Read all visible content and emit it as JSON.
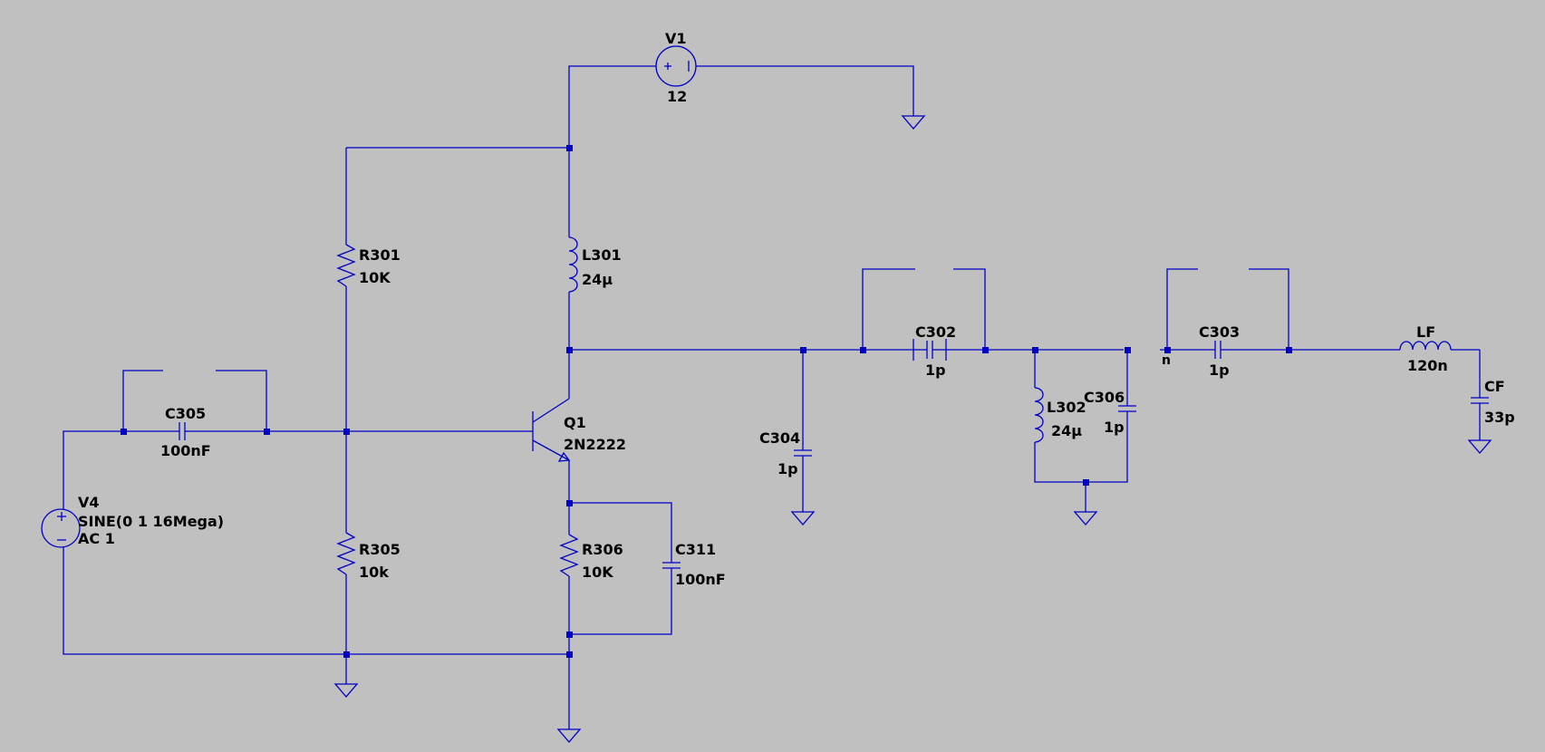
{
  "colors": {
    "background": "#c0c0c0",
    "wire": "#0000c8",
    "text": "#000000"
  },
  "components": {
    "V1": {
      "ref": "V1",
      "value": "12"
    },
    "V4": {
      "ref": "V4",
      "value": "SINE(0 1 16Mega)",
      "value2": "AC 1"
    },
    "R301": {
      "ref": "R301",
      "value": "10K"
    },
    "R305": {
      "ref": "R305",
      "value": "10k"
    },
    "R306": {
      "ref": "R306",
      "value": "10K"
    },
    "L301": {
      "ref": "L301",
      "value": "24µ"
    },
    "L302": {
      "ref": "L302",
      "value": "24µ"
    },
    "LF": {
      "ref": "LF",
      "value": "120n"
    },
    "C302": {
      "ref": "C302",
      "value": "1p"
    },
    "C303": {
      "ref": "C303",
      "value": "1p"
    },
    "C304": {
      "ref": "C304",
      "value": "1p"
    },
    "C305": {
      "ref": "C305",
      "value": "100nF"
    },
    "C306": {
      "ref": "C306",
      "value": "1p"
    },
    "C311": {
      "ref": "C311",
      "value": "100nF"
    },
    "CF": {
      "ref": "CF",
      "value": "33p"
    },
    "Q1": {
      "ref": "Q1",
      "value": "2N2222"
    }
  },
  "net_labels": {
    "n": "n"
  }
}
